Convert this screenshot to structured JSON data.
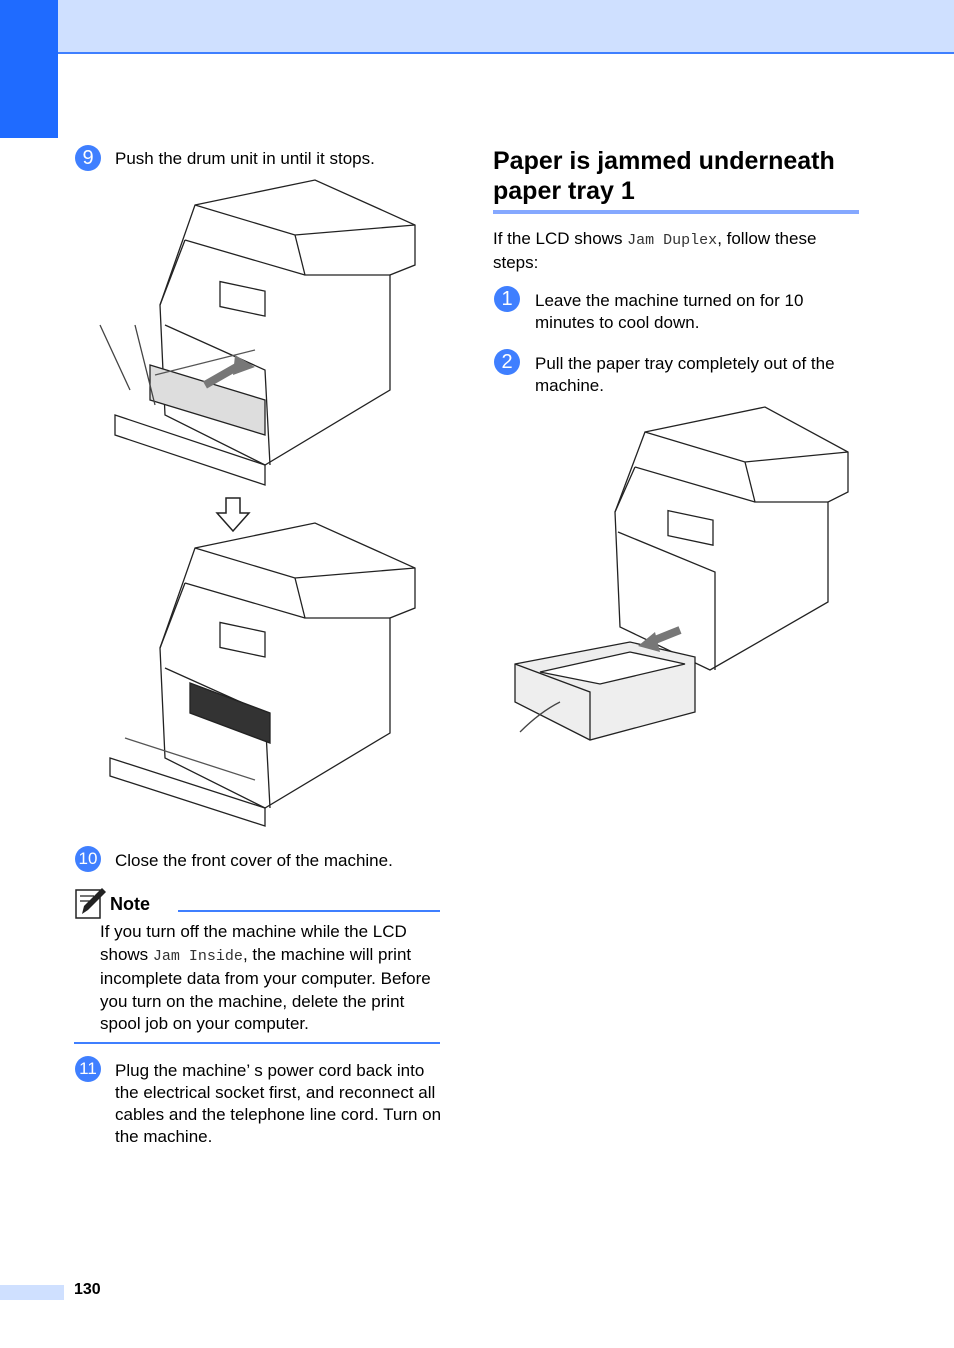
{
  "page_number": "130",
  "left": {
    "step9": {
      "number": "9",
      "text": "Push the drum unit in until it stops."
    },
    "step10": {
      "number": "10",
      "text": "Close the front cover of the machine."
    },
    "note": {
      "label": "Note",
      "text_before": "If you turn off the machine while the LCD shows ",
      "code": "Jam Inside",
      "text_after": ", the machine will print incomplete data from your computer. Before you turn on the machine, delete the print spool job on your computer."
    },
    "step11": {
      "number": "11",
      "text": "Plug the machine’ s power cord back into the electrical socket first, and reconnect all cables and the telephone line cord. Turn on the machine."
    }
  },
  "right": {
    "heading": "Paper is jammed underneath paper tray 1",
    "intro_before": "If the LCD shows ",
    "intro_code": "Jam Duplex",
    "intro_after": ", follow these steps:",
    "step1": {
      "number": "1",
      "text": "Leave the machine turned on for 10 minutes to cool down."
    },
    "step2": {
      "number": "2",
      "text": "Pull the paper tray completely out of the machine."
    }
  },
  "colors": {
    "accent": "#1f6bff",
    "band": "#cfe0ff",
    "rule": "#3f7fff"
  }
}
